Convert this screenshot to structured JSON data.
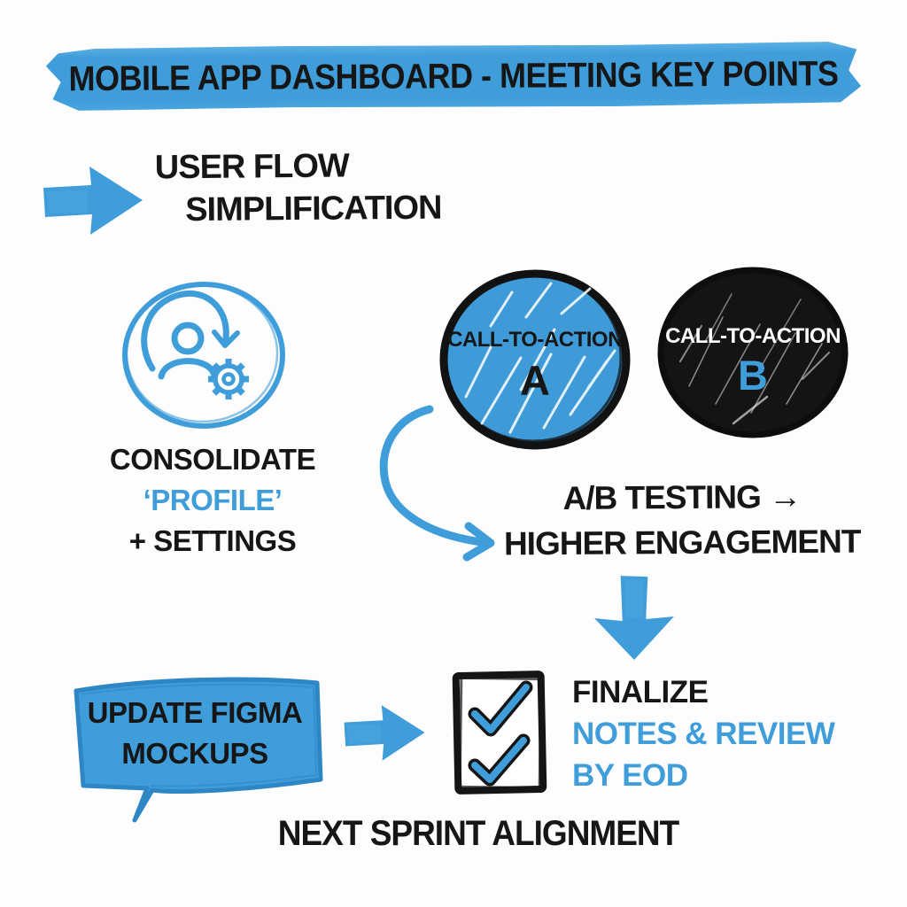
{
  "title": "MOBILE APP DASHBOARD - MEETING KEY POINTS",
  "colors": {
    "accent_blue": "#3f9dda",
    "dark_blue_stroke": "#2e86c5",
    "ink_black": "#161616",
    "white": "#ffffff",
    "background": "#fdfdfe"
  },
  "user_flow": {
    "line1": "USER FLOW",
    "line2": "SIMPLIFICATION"
  },
  "consolidate": {
    "line1": "CONSOLIDATE",
    "line2": "‘PROFILE’",
    "line3": "+ SETTINGS"
  },
  "cta_a": {
    "label": "CALL-TO-ACTION",
    "variant": "A"
  },
  "cta_b": {
    "label": "CALL-TO-ACTION",
    "variant": "B"
  },
  "ab_testing": {
    "line1": "A/B TESTING →",
    "line2": "HIGHER ENGAGEMENT"
  },
  "figma_bubble": {
    "line1": "UPDATE FIGMA",
    "line2": "MOCKUPS"
  },
  "finalize": {
    "line1": "FINALIZE",
    "line2": "NOTES & REVIEW",
    "line3": "BY EOD"
  },
  "footer": "NEXT SPRINT ALIGNMENT"
}
